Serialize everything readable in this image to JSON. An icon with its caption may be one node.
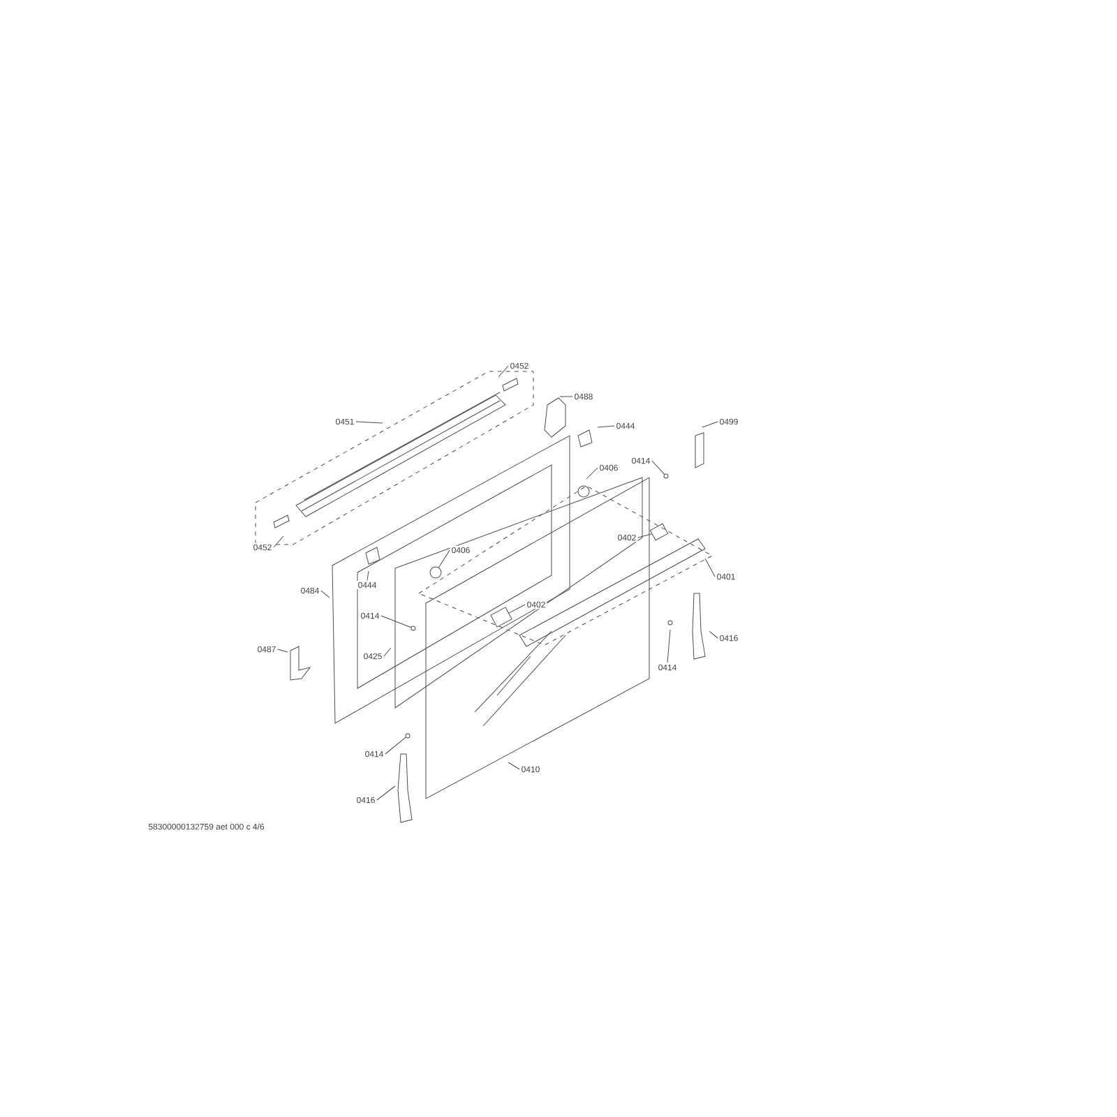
{
  "diagram": {
    "nodes": [
      {
        "text": [
          "0452"
        ]
      },
      {
        "text": [
          "0451"
        ]
      },
      {
        "text": [
          "0488"
        ]
      },
      {
        "text": [
          "0444"
        ]
      },
      {
        "text": [
          "0499"
        ]
      },
      {
        "text": [
          "0406"
        ]
      },
      {
        "text": [
          "0414"
        ]
      },
      {
        "text": [
          "0452"
        ]
      },
      {
        "text": [
          "0444"
        ]
      },
      {
        "text": [
          "0406"
        ]
      },
      {
        "text": [
          "0402"
        ]
      },
      {
        "text": [
          "0401"
        ]
      },
      {
        "text": [
          "0484"
        ]
      },
      {
        "text": [
          "0414"
        ]
      },
      {
        "text": [
          "0402"
        ]
      },
      {
        "text": [
          "0425"
        ]
      },
      {
        "text": [
          "0487"
        ]
      },
      {
        "text": [
          "0416"
        ]
      },
      {
        "text": [
          "0414"
        ]
      },
      {
        "text": [
          "0414"
        ]
      },
      {
        "text": [
          "0416"
        ]
      },
      {
        "text": [
          "0410"
        ]
      },
      {
        "text": [],
        "shape": "circle"
      },
      {
        "text": [],
        "shape": "circle"
      },
      {
        "text": [],
        "shape": "circle"
      },
      {
        "text": [],
        "shape": "circle"
      },
      {
        "text": [],
        "shape": "box"
      },
      {
        "text": [],
        "shape": "box"
      }
    ],
    "edges": [
      {
        "from": 0,
        "to": null,
        "arrow": "none"
      },
      {
        "from": 1,
        "to": null,
        "arrow": "none"
      },
      {
        "from": 2,
        "to": null,
        "arrow": "none"
      },
      {
        "from": 3,
        "to": null,
        "arrow": "none"
      },
      {
        "from": 4,
        "to": null,
        "arrow": "none"
      },
      {
        "from": 5,
        "to": null,
        "arrow": "none"
      },
      {
        "from": 6,
        "to": 22,
        "arrow": "none"
      },
      {
        "from": 7,
        "to": null,
        "arrow": "none"
      },
      {
        "from": 8,
        "to": null,
        "arrow": "none"
      },
      {
        "from": 9,
        "to": 25,
        "arrow": "none"
      },
      {
        "from": 10,
        "to": 26,
        "arrow": "none"
      },
      {
        "from": 11,
        "to": null,
        "arrow": "none"
      },
      {
        "from": 12,
        "to": null,
        "arrow": "none"
      },
      {
        "from": 13,
        "to": 23,
        "arrow": "none"
      },
      {
        "from": 14,
        "to": 27,
        "arrow": "none"
      },
      {
        "from": 15,
        "to": null,
        "arrow": "none"
      },
      {
        "from": 16,
        "to": null,
        "arrow": "none"
      },
      {
        "from": 17,
        "to": null,
        "arrow": "none"
      },
      {
        "from": 18,
        "to": null,
        "arrow": "none"
      },
      {
        "from": 19,
        "to": 24,
        "arrow": "none"
      },
      {
        "from": 20,
        "to": null,
        "arrow": "none"
      },
      {
        "from": 21,
        "to": null,
        "arrow": "none"
      }
    ],
    "labels": [
      "58300000132759 aet 000 c 4/6"
    ]
  }
}
